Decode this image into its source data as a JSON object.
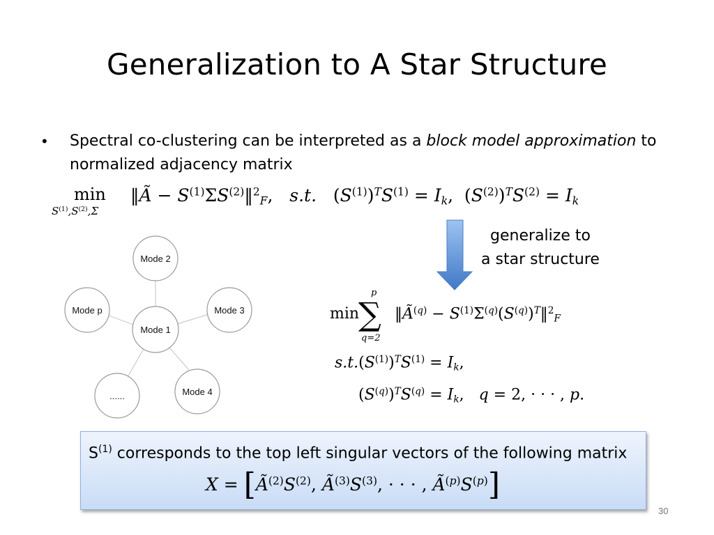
{
  "slide": {
    "title": "Generalization to A Star Structure",
    "bullet_symbol": "•",
    "bullet_part1": "Spectral co-clustering can be interpreted as a ",
    "bullet_emph": "block model approximation",
    "bullet_part2": " to normalized adjacency matrix",
    "generalize_line1": "generalize to",
    "generalize_line2": "a star structure",
    "box_prefix": "S",
    "box_sup": "(1)",
    "box_text": " corresponds to the top left singular vectors of the following matrix",
    "page_number": "30"
  },
  "diagram": {
    "nodes": [
      {
        "id": "center",
        "label": "Mode 1"
      },
      {
        "id": "top",
        "label": "Mode 2"
      },
      {
        "id": "right",
        "label": "Mode 3"
      },
      {
        "id": "bottom-right",
        "label": "Mode 4"
      },
      {
        "id": "bottom-left",
        "label": "......"
      },
      {
        "id": "left",
        "label": "Mode p"
      }
    ]
  },
  "colors": {
    "arrow_top": "#9ec3f0",
    "arrow_bottom": "#3f78c8",
    "box_border": "#8fb0dd"
  }
}
